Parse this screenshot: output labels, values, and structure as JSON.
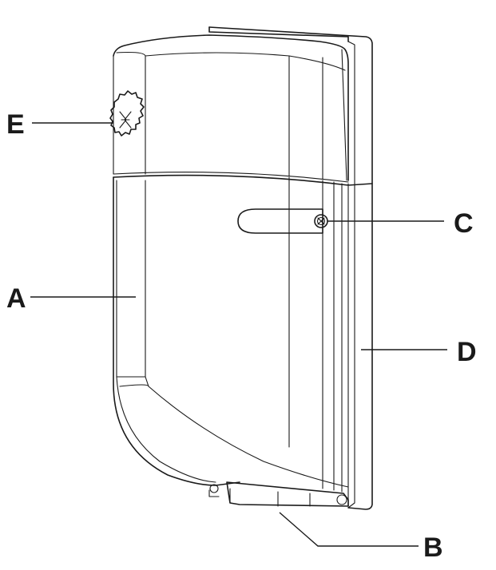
{
  "callouts": [
    {
      "id": "E",
      "label": "E"
    },
    {
      "id": "A",
      "label": "A"
    },
    {
      "id": "C",
      "label": "C"
    },
    {
      "id": "D",
      "label": "D"
    },
    {
      "id": "B",
      "label": "B"
    }
  ],
  "colors": {
    "line": "#1a1a1a",
    "background": "#ffffff"
  }
}
